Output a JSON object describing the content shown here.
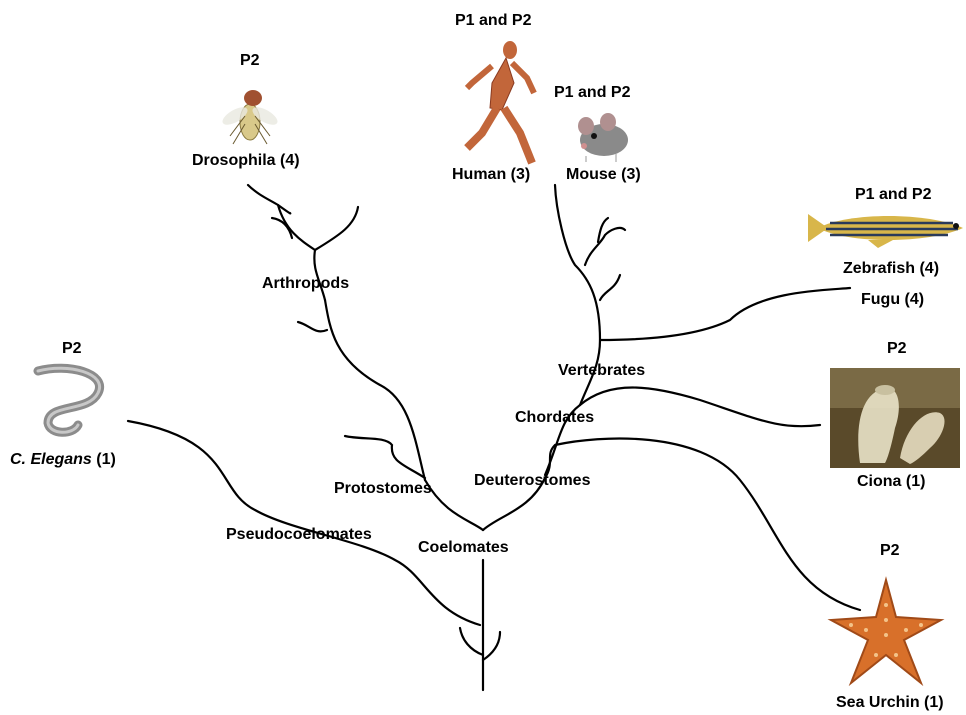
{
  "organisms": {
    "drosophila": {
      "phase": "P2",
      "name": "Drosophila (4)"
    },
    "human": {
      "phase": "P1 and P2",
      "name": "Human (3)"
    },
    "mouse": {
      "phase": "P1 and P2",
      "name": "Mouse (3)"
    },
    "zebrafish": {
      "phase": "P1 and P2",
      "name": "Zebrafish (4)"
    },
    "fugu": {
      "name": "Fugu (4)"
    },
    "celegans": {
      "phase": "P2",
      "name_italic": "C. Elegans",
      "name_count": " (1)"
    },
    "ciona": {
      "phase": "P2",
      "name": "Ciona (1)"
    },
    "seaurchin": {
      "phase": "P2",
      "name": "Sea Urchin (1)"
    }
  },
  "clades": {
    "arthropods": "Arthropods",
    "protostomes": "Protostomes",
    "pseudocoelomates": "Pseudocoelomates",
    "coelomates": "Coelomates",
    "deuterostomes": "Deuterostomes",
    "chordates": "Chordates",
    "vertebrates": "Vertebrates"
  },
  "colors": {
    "line": "#000000",
    "fly_body": "#d9c98a",
    "human_muscle": "#c2663a",
    "mouse_fur": "#8a8a8a",
    "fish_stripe": "#2a3a5a",
    "fish_yellow": "#d8b64a",
    "worm": "#8c8c8c",
    "ciona_bg": "#5a4a2a",
    "starfish": "#d8702a"
  }
}
